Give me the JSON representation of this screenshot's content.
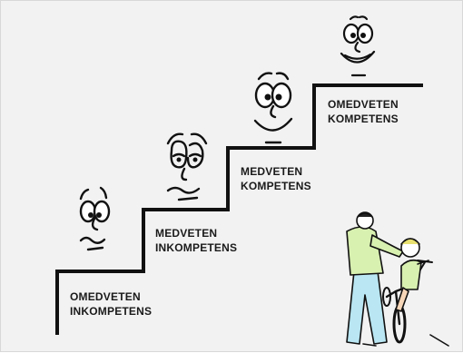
{
  "steps": [
    {
      "line1": "OMEDVETEN",
      "line2": "INKOMPETENS"
    },
    {
      "line1": "MEDVETEN",
      "line2": "INKOMPETENS"
    },
    {
      "line1": "MEDVETEN",
      "line2": "KOMPETENS"
    },
    {
      "line1": "OMEDVETEN",
      "line2": "KOMPETENS"
    }
  ],
  "faces": [
    {
      "icon": "confused-face-icon",
      "mood": "confused"
    },
    {
      "icon": "sad-face-icon",
      "mood": "worried"
    },
    {
      "icon": "happy-face-icon",
      "mood": "content"
    },
    {
      "icon": "smiling-face-icon",
      "mood": "happy"
    }
  ],
  "illustration": {
    "icon": "father-teaching-child-bicycle-icon"
  },
  "colors": {
    "background": "#f2f2f2",
    "line": "#111111",
    "text": "#1a1a1a",
    "figure_fill": "#e4f4c8"
  }
}
